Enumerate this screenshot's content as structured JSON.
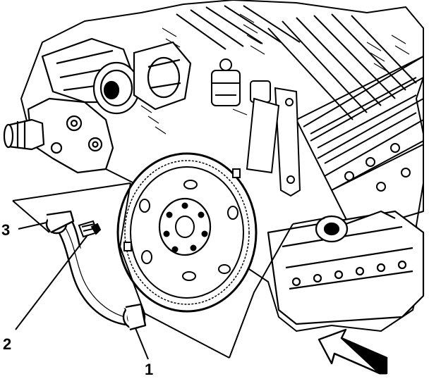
{
  "diagram": {
    "callouts": [
      {
        "id": "1",
        "label": "1"
      },
      {
        "id": "2",
        "label": "2"
      },
      {
        "id": "3",
        "label": "3"
      }
    ],
    "colors": {
      "ink": "#000000",
      "paper": "#ffffff"
    },
    "icons": {
      "direction": "view-direction-arrow-icon"
    }
  }
}
